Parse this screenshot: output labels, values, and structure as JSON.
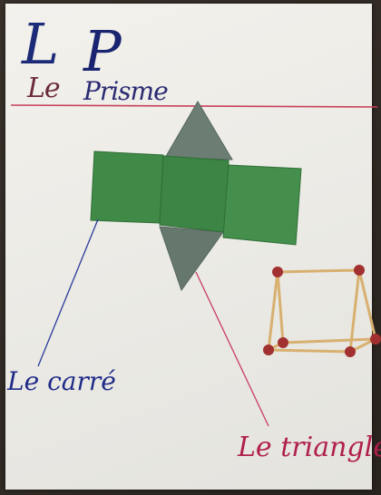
{
  "title": {
    "le": "Le",
    "prisme": "Prisme"
  },
  "labels": {
    "square": "Le carré",
    "triangle": "Le triangle"
  },
  "colors": {
    "square_paper": "#3f8a47",
    "triangle_paper": "#687a70",
    "title_ink": "#1c2a78",
    "square_ink": "#1f2b88",
    "triangle_ink": "#b0204a",
    "rule_line": "#c8405a",
    "straw": "#d8b070",
    "clay_ball": "#a23030"
  }
}
